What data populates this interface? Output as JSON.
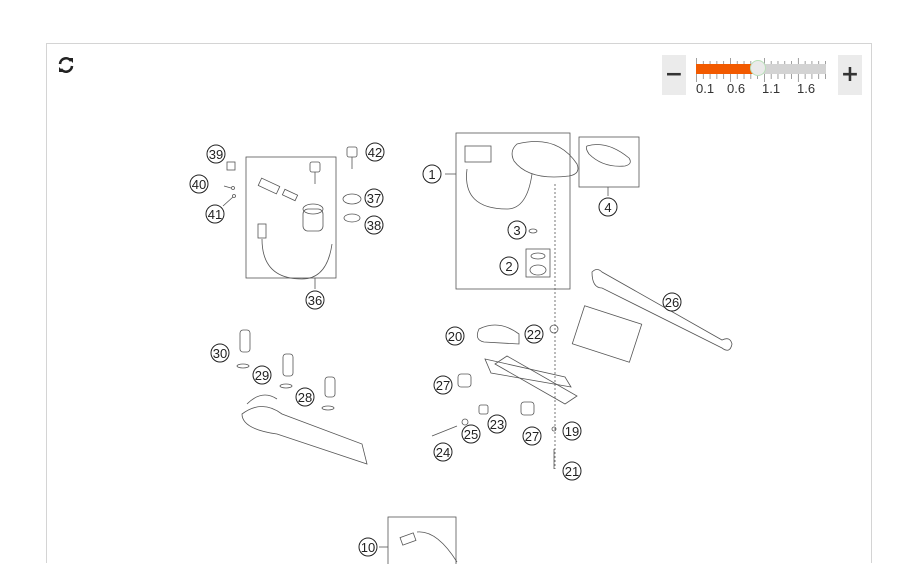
{
  "toolbar": {
    "refresh_icon": "refresh-icon",
    "zoom_out_label": "−",
    "zoom_in_label": "+",
    "zoom": {
      "min": 0.1,
      "max": 2.0,
      "value": 1.0,
      "tick_labels": [
        "0.1",
        "0.6",
        "1.1",
        "1.6"
      ],
      "fill_color": "#f25a00"
    }
  },
  "diagram": {
    "callouts": [
      "1",
      "2",
      "3",
      "4",
      "10",
      "19",
      "20",
      "21",
      "22",
      "23",
      "24",
      "25",
      "26",
      "27",
      "27",
      "28",
      "29",
      "30",
      "36",
      "37",
      "38",
      "39",
      "40",
      "41",
      "42"
    ]
  }
}
